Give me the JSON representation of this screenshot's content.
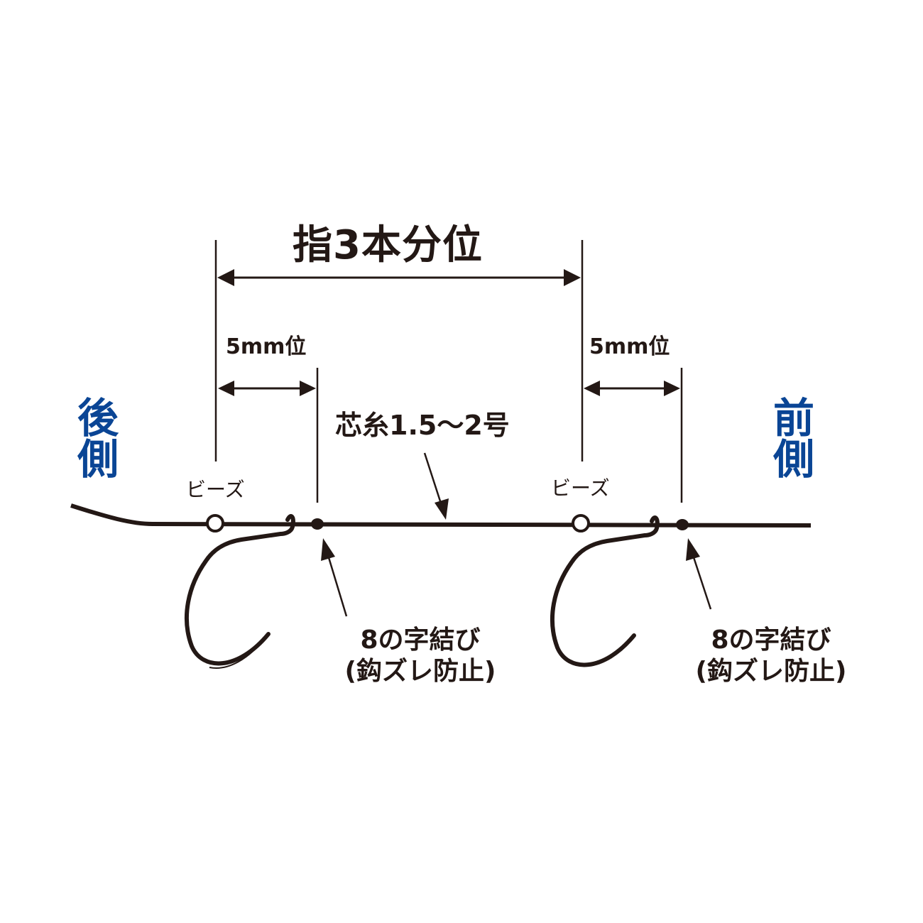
{
  "diagram": {
    "title": "指3本分位",
    "core_line_label": "芯糸1.5〜2号",
    "rear_side_label": [
      "後",
      "側"
    ],
    "front_side_label": [
      "前",
      "側"
    ],
    "left_group": {
      "spacing_label": "5mm位",
      "beads_label": "ビーズ",
      "knot_label_line1": "8の字結び",
      "knot_label_line2": "(鈎ズレ防止)"
    },
    "right_group": {
      "spacing_label": "5mm位",
      "beads_label": "ビーズ",
      "knot_label_line1": "8の字結び",
      "knot_label_line2": "(鈎ズレ防止)"
    },
    "colors": {
      "line": "#231815",
      "side_label": "#0a4595",
      "background": "#ffffff"
    }
  }
}
